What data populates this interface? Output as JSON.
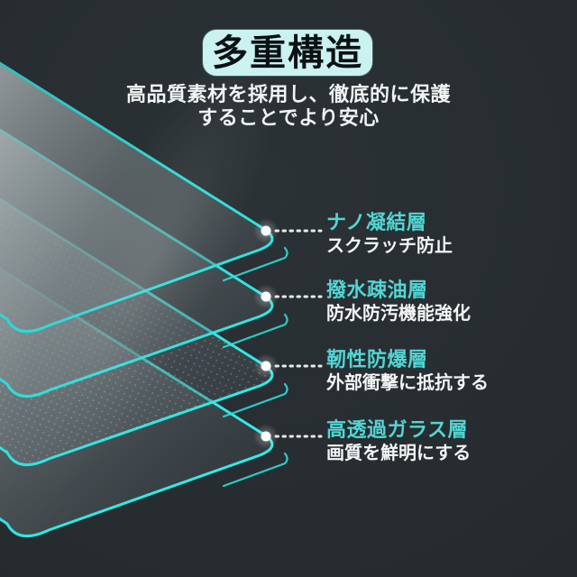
{
  "title": "多重構造",
  "subtitle": {
    "line1": "高品質素材を採用し、徹底的に保護",
    "line2": "することでより安心"
  },
  "layers": [
    {
      "name": "ナノ凝結層",
      "description": "スクラッチ防止"
    },
    {
      "name": "撥水疎油層",
      "description": "防水防汚機能強化"
    },
    {
      "name": "靭性防爆層",
      "description": "外部衝撃に抵抗する"
    },
    {
      "name": "高透過ガラス層",
      "description": "画質を鮮明にする"
    }
  ],
  "icons": [
    {
      "name": "connector-dot",
      "shape": "white glowing circle"
    },
    {
      "name": "connector-line",
      "shape": "white dotted leader line"
    }
  ],
  "colors": {
    "background": "#272d31",
    "accent_cyan": "#2bdfdd",
    "label_cyan": "#52d6d4",
    "title_box_bg": "#c9f2f0",
    "title_text": "#0c1114",
    "body_text": "#f2f4f4",
    "glass_highlight": "#c4cbcc"
  }
}
